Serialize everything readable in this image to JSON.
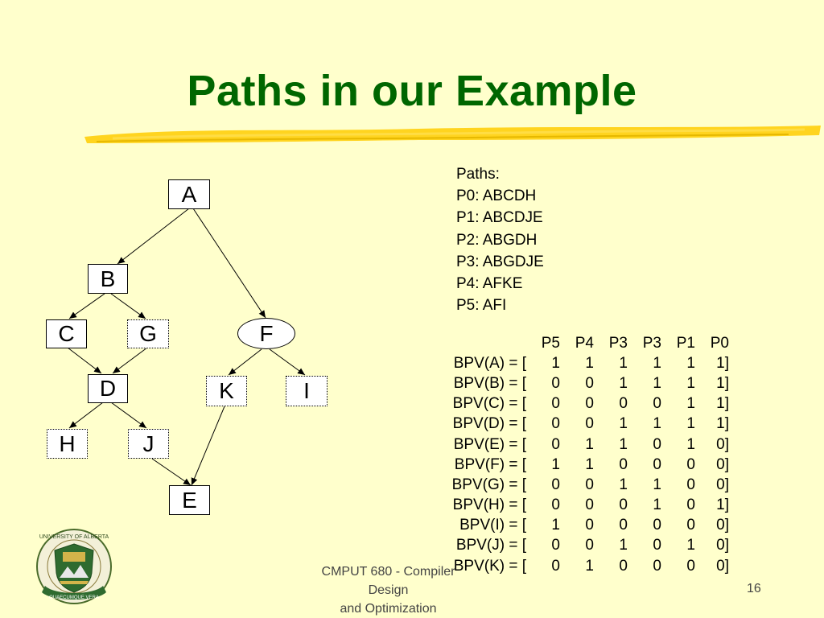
{
  "slide": {
    "title": "Paths in our Example",
    "footer_course_line1": "CMPUT 680 - Compiler Design",
    "footer_course_line2": "and Optimization",
    "page_number": "16",
    "title_color": "#006600",
    "background_color": "#ffffcc",
    "underline_color": "#ffcc00"
  },
  "graph": {
    "nodes": {
      "A": "A",
      "B": "B",
      "C": "C",
      "G": "G",
      "F": "F",
      "D": "D",
      "K": "K",
      "I": "I",
      "H": "H",
      "J": "J",
      "E": "E"
    },
    "edges": [
      [
        "A",
        "B"
      ],
      [
        "A",
        "F"
      ],
      [
        "B",
        "C"
      ],
      [
        "B",
        "G"
      ],
      [
        "C",
        "D"
      ],
      [
        "G",
        "D"
      ],
      [
        "F",
        "K"
      ],
      [
        "F",
        "I"
      ],
      [
        "D",
        "H"
      ],
      [
        "D",
        "J"
      ],
      [
        "J",
        "E"
      ],
      [
        "K",
        "E"
      ]
    ]
  },
  "paths": {
    "heading": "Paths:",
    "items": [
      "P0: ABCDH",
      "P1: ABCDJE",
      "P2: ABGDH",
      "P3: ABGDJE",
      "P4: AFKE",
      "P5: AFI"
    ]
  },
  "bpv": {
    "headers": [
      "P5",
      "P4",
      "P3",
      "P3",
      "P1",
      "P0"
    ],
    "rows": [
      {
        "label": "BPV(A) = [",
        "values": [
          "1",
          "1",
          "1",
          "1",
          "1",
          "1]"
        ]
      },
      {
        "label": "BPV(B) = [",
        "values": [
          "0",
          "0",
          "1",
          "1",
          "1",
          "1]"
        ]
      },
      {
        "label": "BPV(C) = [",
        "values": [
          "0",
          "0",
          "0",
          "0",
          "1",
          "1]"
        ]
      },
      {
        "label": "BPV(D) = [",
        "values": [
          "0",
          "0",
          "1",
          "1",
          "1",
          "1]"
        ]
      },
      {
        "label": "BPV(E) = [",
        "values": [
          "0",
          "1",
          "1",
          "0",
          "1",
          "0]"
        ]
      },
      {
        "label": "BPV(F) = [",
        "values": [
          "1",
          "1",
          "0",
          "0",
          "0",
          "0]"
        ]
      },
      {
        "label": "BPV(G) = [",
        "values": [
          "0",
          "0",
          "1",
          "1",
          "0",
          "0]"
        ]
      },
      {
        "label": "BPV(H) = [",
        "values": [
          "0",
          "0",
          "0",
          "1",
          "0",
          "1]"
        ]
      },
      {
        "label": "BPV(I) = [",
        "values": [
          "1",
          "0",
          "0",
          "0",
          "0",
          "0]"
        ]
      },
      {
        "label": "BPV(J) = [",
        "values": [
          "0",
          "0",
          "1",
          "0",
          "1",
          "0]"
        ]
      },
      {
        "label": "BPV(K) = [",
        "values": [
          "0",
          "1",
          "0",
          "0",
          "0",
          "0]"
        ]
      }
    ]
  },
  "logo": {
    "icon": "university-of-alberta-crest-icon",
    "text_top": "UNIVERSITY OF ALBERTA",
    "text_bottom": "QUAECUMQUE VERA"
  }
}
